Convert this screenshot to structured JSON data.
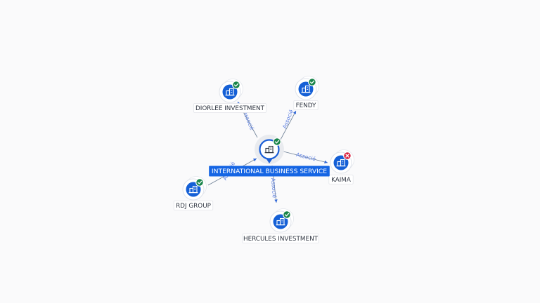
{
  "graph": {
    "center": {
      "label": "INTERNATIONAL BUSINESS SERVICE",
      "icon": "building-icon",
      "status": "verified"
    },
    "nodes": [
      {
        "id": "diorlee",
        "label": "DIORLEE INVESTMENT",
        "icon": "building-icon",
        "status": "verified",
        "edge_label": "Associé"
      },
      {
        "id": "fendy",
        "label": "FENDY",
        "icon": "building-icon",
        "status": "verified",
        "edge_label": "Associé"
      },
      {
        "id": "kaima",
        "label": "KAIMA",
        "icon": "building-icon",
        "status": "rejected",
        "edge_label": "Associé"
      },
      {
        "id": "rdj",
        "label": "RDJ GROUP",
        "icon": "building-icon",
        "status": "verified",
        "edge_label": "Associé"
      },
      {
        "id": "hercules",
        "label": "HERCULES INVESTMENT",
        "icon": "building-icon",
        "status": "verified",
        "edge_label": "Associé"
      }
    ],
    "colors": {
      "accent": "#1560d6",
      "verified": "#19844a",
      "rejected": "#d8203d",
      "edge": "#6d7f95",
      "edge_label": "#5b7ee0"
    }
  }
}
